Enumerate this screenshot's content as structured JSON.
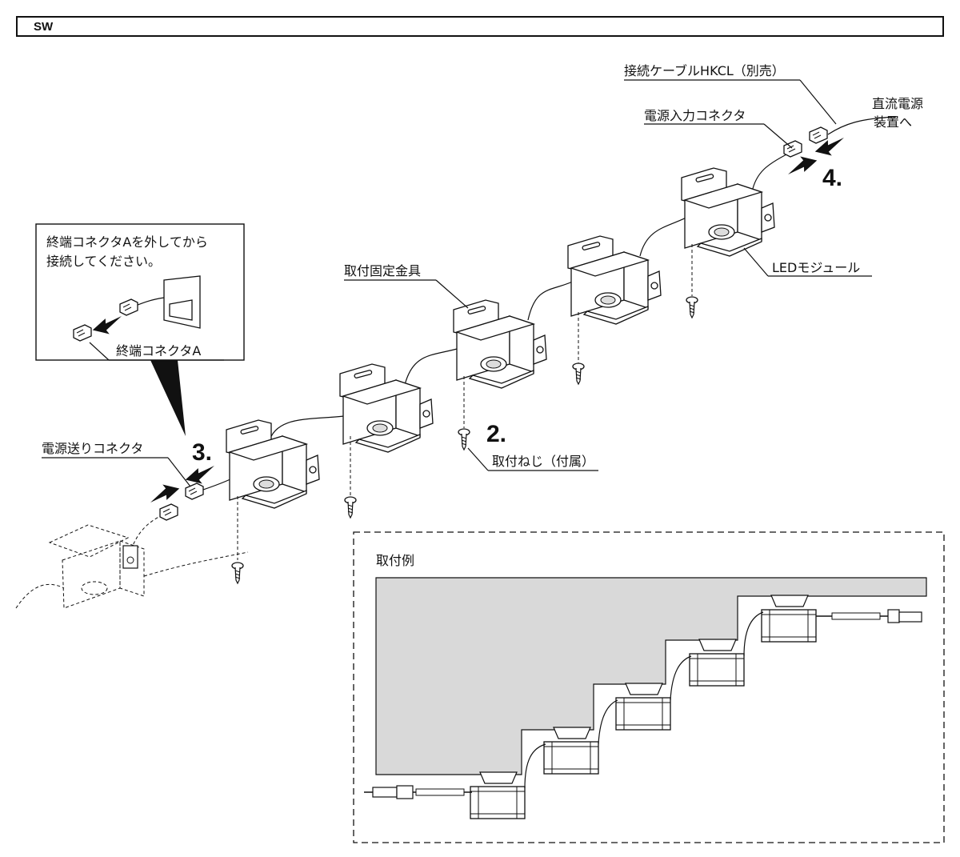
{
  "header": {
    "title": "SW"
  },
  "labels": {
    "cable_hkcl": "接続ケーブルHKCL（別売）",
    "dc_power": [
      "直流電源",
      "装置へ"
    ],
    "power_input_connector": "電源入力コネクタ",
    "mounting_bracket": "取付固定金具",
    "led_module": "LEDモジュール",
    "mounting_screw": "取付ねじ（付属）",
    "power_feed_connector": "電源送りコネクタ",
    "callout_note": [
      "終端コネクタAを外してから",
      "接続してください。"
    ],
    "end_connector_a": "終端コネクタA",
    "example_title": "取付例"
  },
  "steps": {
    "step2": "2.",
    "step3": "3.",
    "step4": "4."
  }
}
